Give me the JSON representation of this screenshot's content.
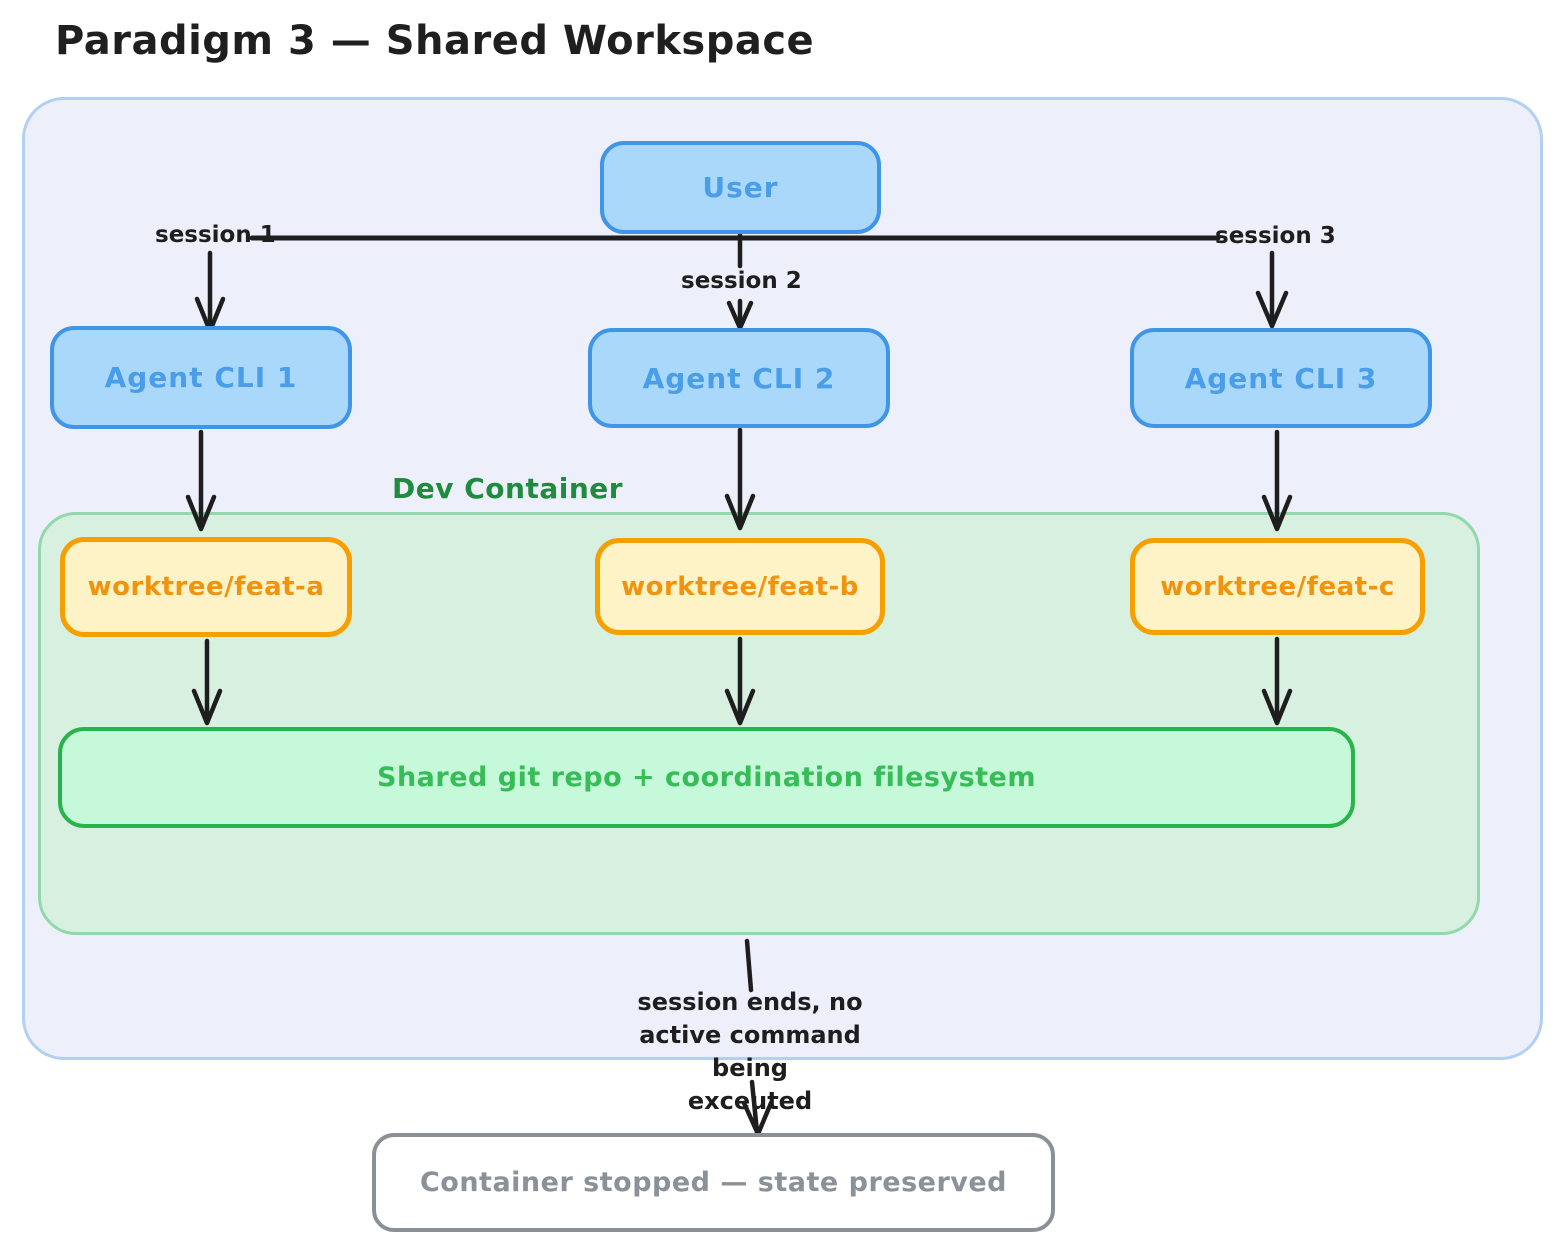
{
  "title": "Paradigm 3 — Shared Workspace",
  "user": {
    "label": "User"
  },
  "sessions": [
    {
      "label": "session 1"
    },
    {
      "label": "session 2"
    },
    {
      "label": "session 3"
    }
  ],
  "agents": [
    {
      "label": "Agent CLI 1"
    },
    {
      "label": "Agent CLI 2"
    },
    {
      "label": "Agent CLI 3"
    }
  ],
  "dev_container": {
    "label": "Dev Container"
  },
  "worktrees": [
    {
      "label": "worktree/feat-a"
    },
    {
      "label": "worktree/feat-b"
    },
    {
      "label": "worktree/feat-c"
    }
  ],
  "shared_repo": {
    "label": "Shared git repo + coordination filesystem"
  },
  "session_end_note": {
    "lines": [
      "session ends, no",
      "active command being",
      "exceuted"
    ]
  },
  "stopped": {
    "label": "Container stopped — state preserved"
  },
  "colors": {
    "blue_fill": "#a9d8fb",
    "blue_stroke": "#3f95e8",
    "blue_text": "#4a9de8",
    "green_container_fill": "#d8f0e0",
    "green_container_stroke": "#92d8ad",
    "green_label": "#1f8b3f",
    "repo_fill": "#c6f8da",
    "repo_stroke": "#28b44b",
    "repo_text": "#36bd58",
    "yellow_fill": "#fdf3c6",
    "yellow_stroke": "#f59f00",
    "yellow_text": "#f0930e",
    "gray_stroke": "#8a9096",
    "gray_text": "#8b9198",
    "outer_fill": "#edeffb",
    "outer_stroke": "#b3d0f2",
    "ink": "#1e1e1e"
  }
}
